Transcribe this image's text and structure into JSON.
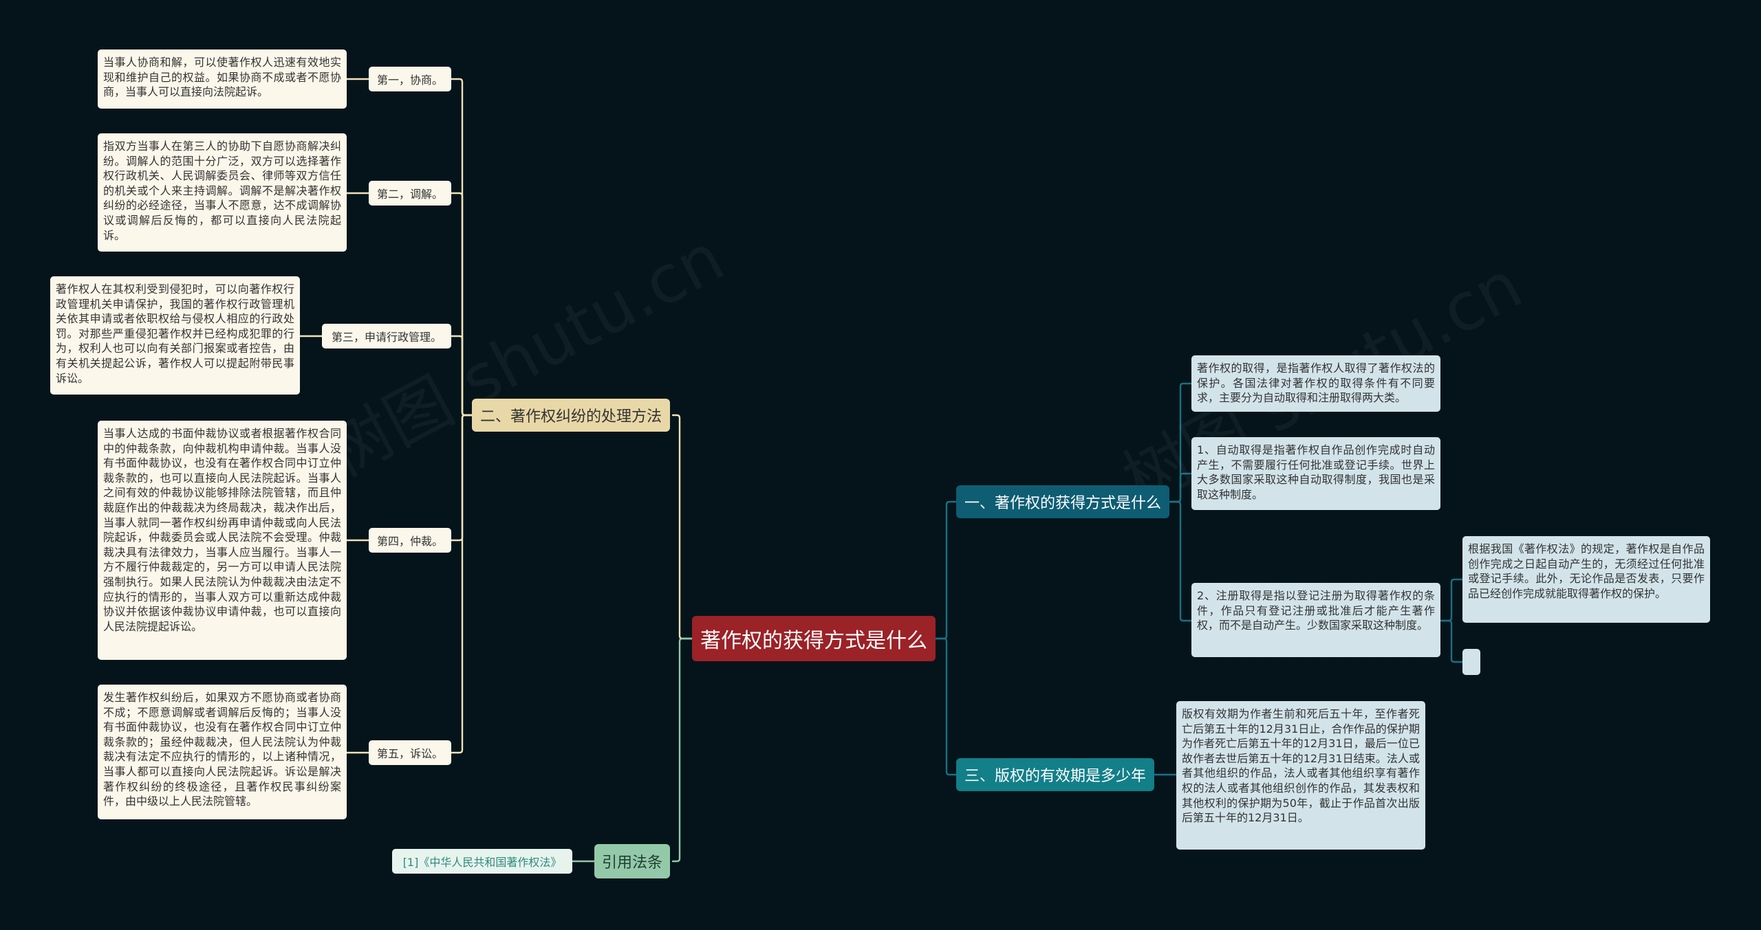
{
  "root": {
    "title": "著作权的获得方式是什么"
  },
  "left_branches": [
    {
      "label": "二、著作权纠纷的处理方法",
      "items": [
        {
          "label": "第一，协商。",
          "text": "当事人协商和解，可以使著作权人迅速有效地实现和维护自己的权益。如果协商不成或者不愿协商，当事人可以直接向法院起诉。"
        },
        {
          "label": "第二，调解。",
          "text": "指双方当事人在第三人的协助下自愿协商解决纠纷。调解人的范围十分广泛，双方可以选择著作权行政机关、人民调解委员会、律师等双方信任的机关或个人来主持调解。调解不是解决著作权纠纷的必经途径，当事人不愿意，达不成调解协议或调解后反悔的，都可以直接向人民法院起诉。"
        },
        {
          "label": "第三，申请行政管理。",
          "text": "著作权人在其权利受到侵犯时，可以向著作权行政管理机关申请保护，我国的著作权行政管理机关依其申请或者依职权给与侵权人相应的行政处罚。对那些严重侵犯著作权并已经构成犯罪的行为，权利人也可以向有关部门报案或者控告，由有关机关提起公诉，著作权人可以提起附带民事诉讼。"
        },
        {
          "label": "第四，仲裁。",
          "text": "当事人达成的书面仲裁协议或者根据著作权合同中的仲裁条款，向仲裁机构申请仲裁。当事人没有书面仲裁协议，也没有在著作权合同中订立仲裁条款的，也可以直接向人民法院起诉。当事人之间有效的仲裁协议能够排除法院管辖，而且仲裁庭作出的仲裁裁决为终局裁决，裁决作出后，当事人就同一著作权纠纷再申请仲裁或向人民法院起诉，仲裁委员会或人民法院不会受理。仲裁裁决具有法律效力，当事人应当履行。当事人一方不履行仲裁裁定的，另一方可以申请人民法院强制执行。如果人民法院认为仲裁裁决由法定不应执行的情形的，当事人双方可以重新达成仲裁协议并依据该仲裁协议申请仲裁，也可以直接向人民法院提起诉讼。"
        },
        {
          "label": "第五，诉讼。",
          "text": "发生著作权纠纷后，如果双方不愿协商或者协商不成；不愿意调解或者调解后反悔的；当事人没有书面仲裁协议，也没有在著作权合同中订立仲裁条款的；虽经仲裁裁决，但人民法院认为仲裁裁决有法定不应执行的情形的，以上诸种情况，当事人都可以直接向人民法院起诉。诉讼是解决著作权纠纷的终极途径，且著作权民事纠纷案件，由中级以上人民法院管辖。"
        }
      ]
    },
    {
      "label": "引用法条",
      "items": [
        {
          "label": "[1]《中华人民共和国著作权法》"
        }
      ]
    }
  ],
  "right_branches": [
    {
      "label": "一、著作权的获得方式是什么",
      "items": [
        {
          "text": "著作权的取得，是指著作权人取得了著作权法的保护。各国法律对著作权的取得条件有不同要求，主要分为自动取得和注册取得两大类。"
        },
        {
          "text": "1、自动取得是指著作权自作品创作完成时自动产生，不需要履行任何批准或登记手续。世界上大多数国家采取这种自动取得制度，我国也是采取这种制度。"
        },
        {
          "text": "2、注册取得是指以登记注册为取得著作权的条件，作品只有登记注册或批准后才能产生著作权，而不是自动产生。少数国家采取这种制度。",
          "children": [
            {
              "text": "根据我国《著作权法》的规定，著作权是自作品创作完成之日起自动产生的，无须经过任何批准或登记手续。此外，无论作品是否发表，只要作品已经创作完成就能取得著作权的保护。"
            },
            {
              "text": ""
            }
          ]
        }
      ]
    },
    {
      "label": "三、版权的有效期是多少年",
      "items": [
        {
          "text": "版权有效期为作者生前和死后五十年，至作者死亡后第五十年的12月31日止，合作作品的保护期为作者死亡后第五十年的12月31日，最后一位已故作者去世后第五十年的12月31日结束。法人或者其他组织的作品，法人或者其他组织享有著作权的法人或者其他组织创作的作品，其发表权和其他权利的保护期为50年，截止于作品首次出版后第五十年的12月31日。"
        }
      ]
    }
  ],
  "watermark": "树图 shutu.cn",
  "colors": {
    "background": "#05141b",
    "root": "#9b2227",
    "left_branch": "#e9d8a7",
    "left_line": "#f0e3b8",
    "cite_branch": "#93c9a9",
    "right_branch": "#0e5d73",
    "right_branch_2": "#127f89",
    "right_line": "#1d6f84"
  }
}
